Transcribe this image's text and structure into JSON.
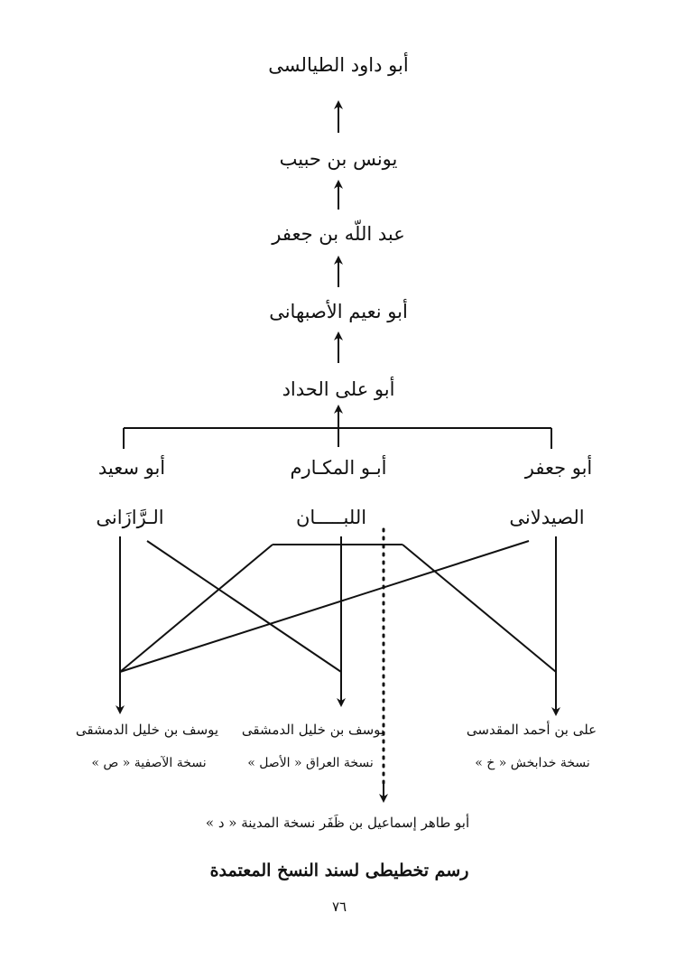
{
  "chain": [
    "أبو داود الطيالسى",
    "يونس بن حبيب",
    "عبد اللّه بن جعفر",
    "أبو نعيم الأصبهانى",
    "أبو على الحداد"
  ],
  "branches": {
    "left": {
      "kunya": "أبو سعيد",
      "nisba": "الـرَّازَانى"
    },
    "center": {
      "kunya": "أبـو المكـارم",
      "nisba": "اللبـــــان"
    },
    "right": {
      "kunya": "أبو جعفر",
      "nisba": "الصيدلانى"
    }
  },
  "manuscripts": {
    "left": {
      "name": "يوسف بن خليل الدمشقى",
      "copy": "نسخة الآصفية « ص »"
    },
    "center": {
      "name": "يوسف بن خليل الدمشقى",
      "copy": "نسخة العراق « الأصل »"
    },
    "right": {
      "name": "على بن أحمد المقدسى",
      "copy": "نسخة خدابخش « خ »"
    }
  },
  "dotted_line_target": "أبو طاهر إسماعيل بن ظَفَر  نسخة المدينة « د »",
  "caption": "رسم تخطيطى لسند النسخ المعتمدة",
  "page_number": "٧٦"
}
